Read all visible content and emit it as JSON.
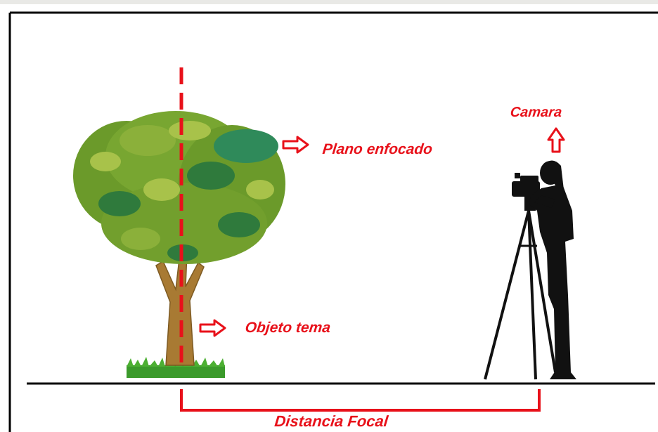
{
  "labels": {
    "camera": "Camara",
    "focus_plane": "Plano enfocado",
    "subject": "Objeto tema",
    "focal_distance": "Distancia Focal"
  },
  "colors": {
    "label_red": "#e8111a",
    "foliage": "#6b9a2a",
    "foliage_dark": "#2f7a3c",
    "trunk": "#a87a33",
    "grass": "#3b9a2b",
    "silhouette": "#111111",
    "frame": "#000000"
  },
  "icons": [
    "tree-illustration",
    "camera-operator-silhouette",
    "arrow-right-icon",
    "arrow-up-icon"
  ]
}
